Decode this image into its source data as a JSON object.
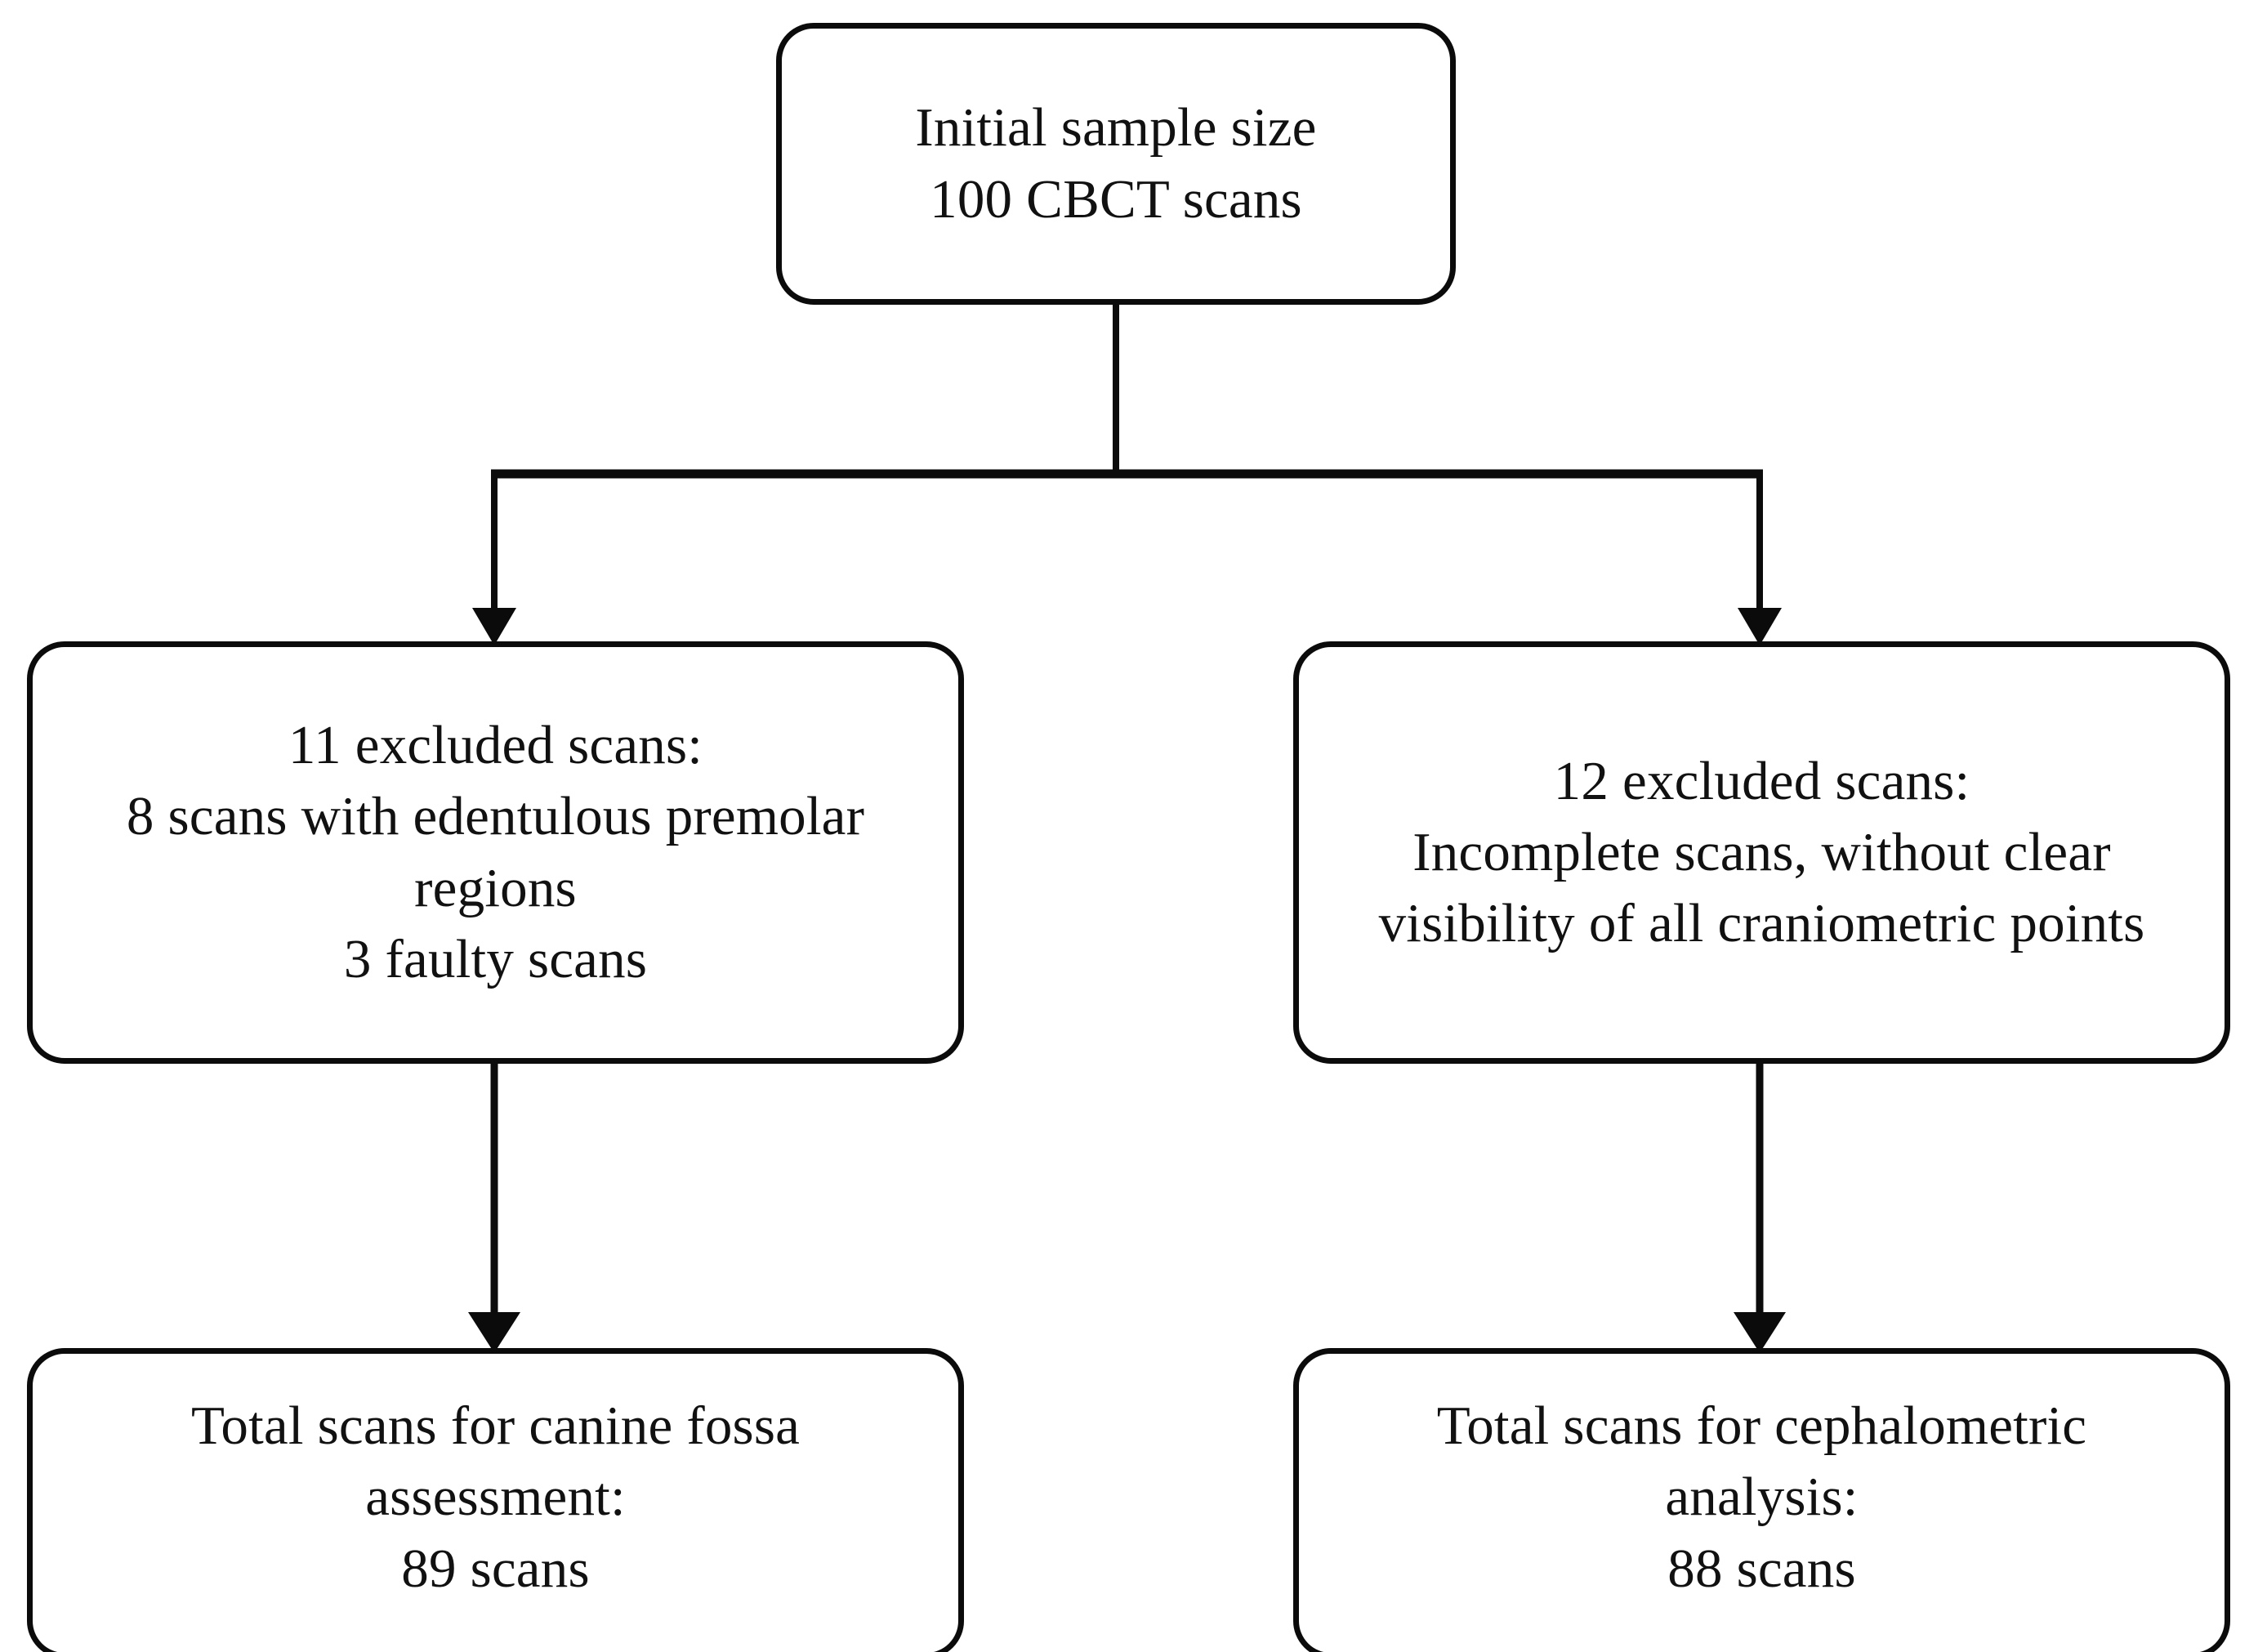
{
  "diagram": {
    "type": "flowchart",
    "title": "CBCT scan sample selection flow",
    "orientation": "top-down",
    "colors": {
      "stroke": "#0b0b0b",
      "fill": "#ffffff",
      "text": "#111111"
    },
    "nodes": [
      {
        "id": "initial",
        "role": "root",
        "text": "Initial sample size\n100 CBCT scans",
        "lines": [
          "Initial sample size",
          "100 CBCT scans"
        ]
      },
      {
        "id": "excluded-left",
        "role": "exclusion",
        "text": "11 excluded scans:\n8 scans with edentulous premolar\nregions\n3 faulty scans",
        "lines": [
          "11 excluded scans:",
          "8 scans with edentulous premolar",
          "regions",
          "3 faulty scans"
        ],
        "excluded_count": 11,
        "reasons": [
          {
            "count": 8,
            "reason": "scans with edentulous premolar regions"
          },
          {
            "count": 3,
            "reason": "faulty scans"
          }
        ]
      },
      {
        "id": "excluded-right",
        "role": "exclusion",
        "text": "12 excluded scans:\nIncomplete scans, without clear\nvisibility of all craniometric points",
        "lines": [
          "12 excluded scans:",
          "Incomplete scans, without clear",
          "visibility of all craniometric points"
        ],
        "excluded_count": 12,
        "reasons": [
          {
            "count": 12,
            "reason": "Incomplete scans, without clear visibility of all craniometric points"
          }
        ]
      },
      {
        "id": "total-left",
        "role": "outcome",
        "text": "Total scans for canine fossa\nassessment:\n89 scans",
        "lines": [
          "Total scans for canine fossa",
          "assessment:",
          "89 scans"
        ],
        "total_count": 89
      },
      {
        "id": "total-right",
        "role": "outcome",
        "text": "Total scans for cephalometric\nanalysis:\n88 scans",
        "lines": [
          "Total scans for cephalometric",
          "analysis:",
          "88 scans"
        ],
        "total_count": 88
      }
    ],
    "edges": [
      {
        "id": "edge-initial-split",
        "from": "initial",
        "to": "split",
        "arrow": false
      },
      {
        "id": "edge-split-excluded-left",
        "from": "split",
        "to": "excluded-left",
        "arrow": true
      },
      {
        "id": "edge-split-excluded-right",
        "from": "split",
        "to": "excluded-right",
        "arrow": true
      },
      {
        "id": "edge-excluded-left-total-left",
        "from": "excluded-left",
        "to": "total-left",
        "arrow": true
      },
      {
        "id": "edge-excluded-right-total-right",
        "from": "excluded-right",
        "to": "total-right",
        "arrow": true
      }
    ]
  }
}
